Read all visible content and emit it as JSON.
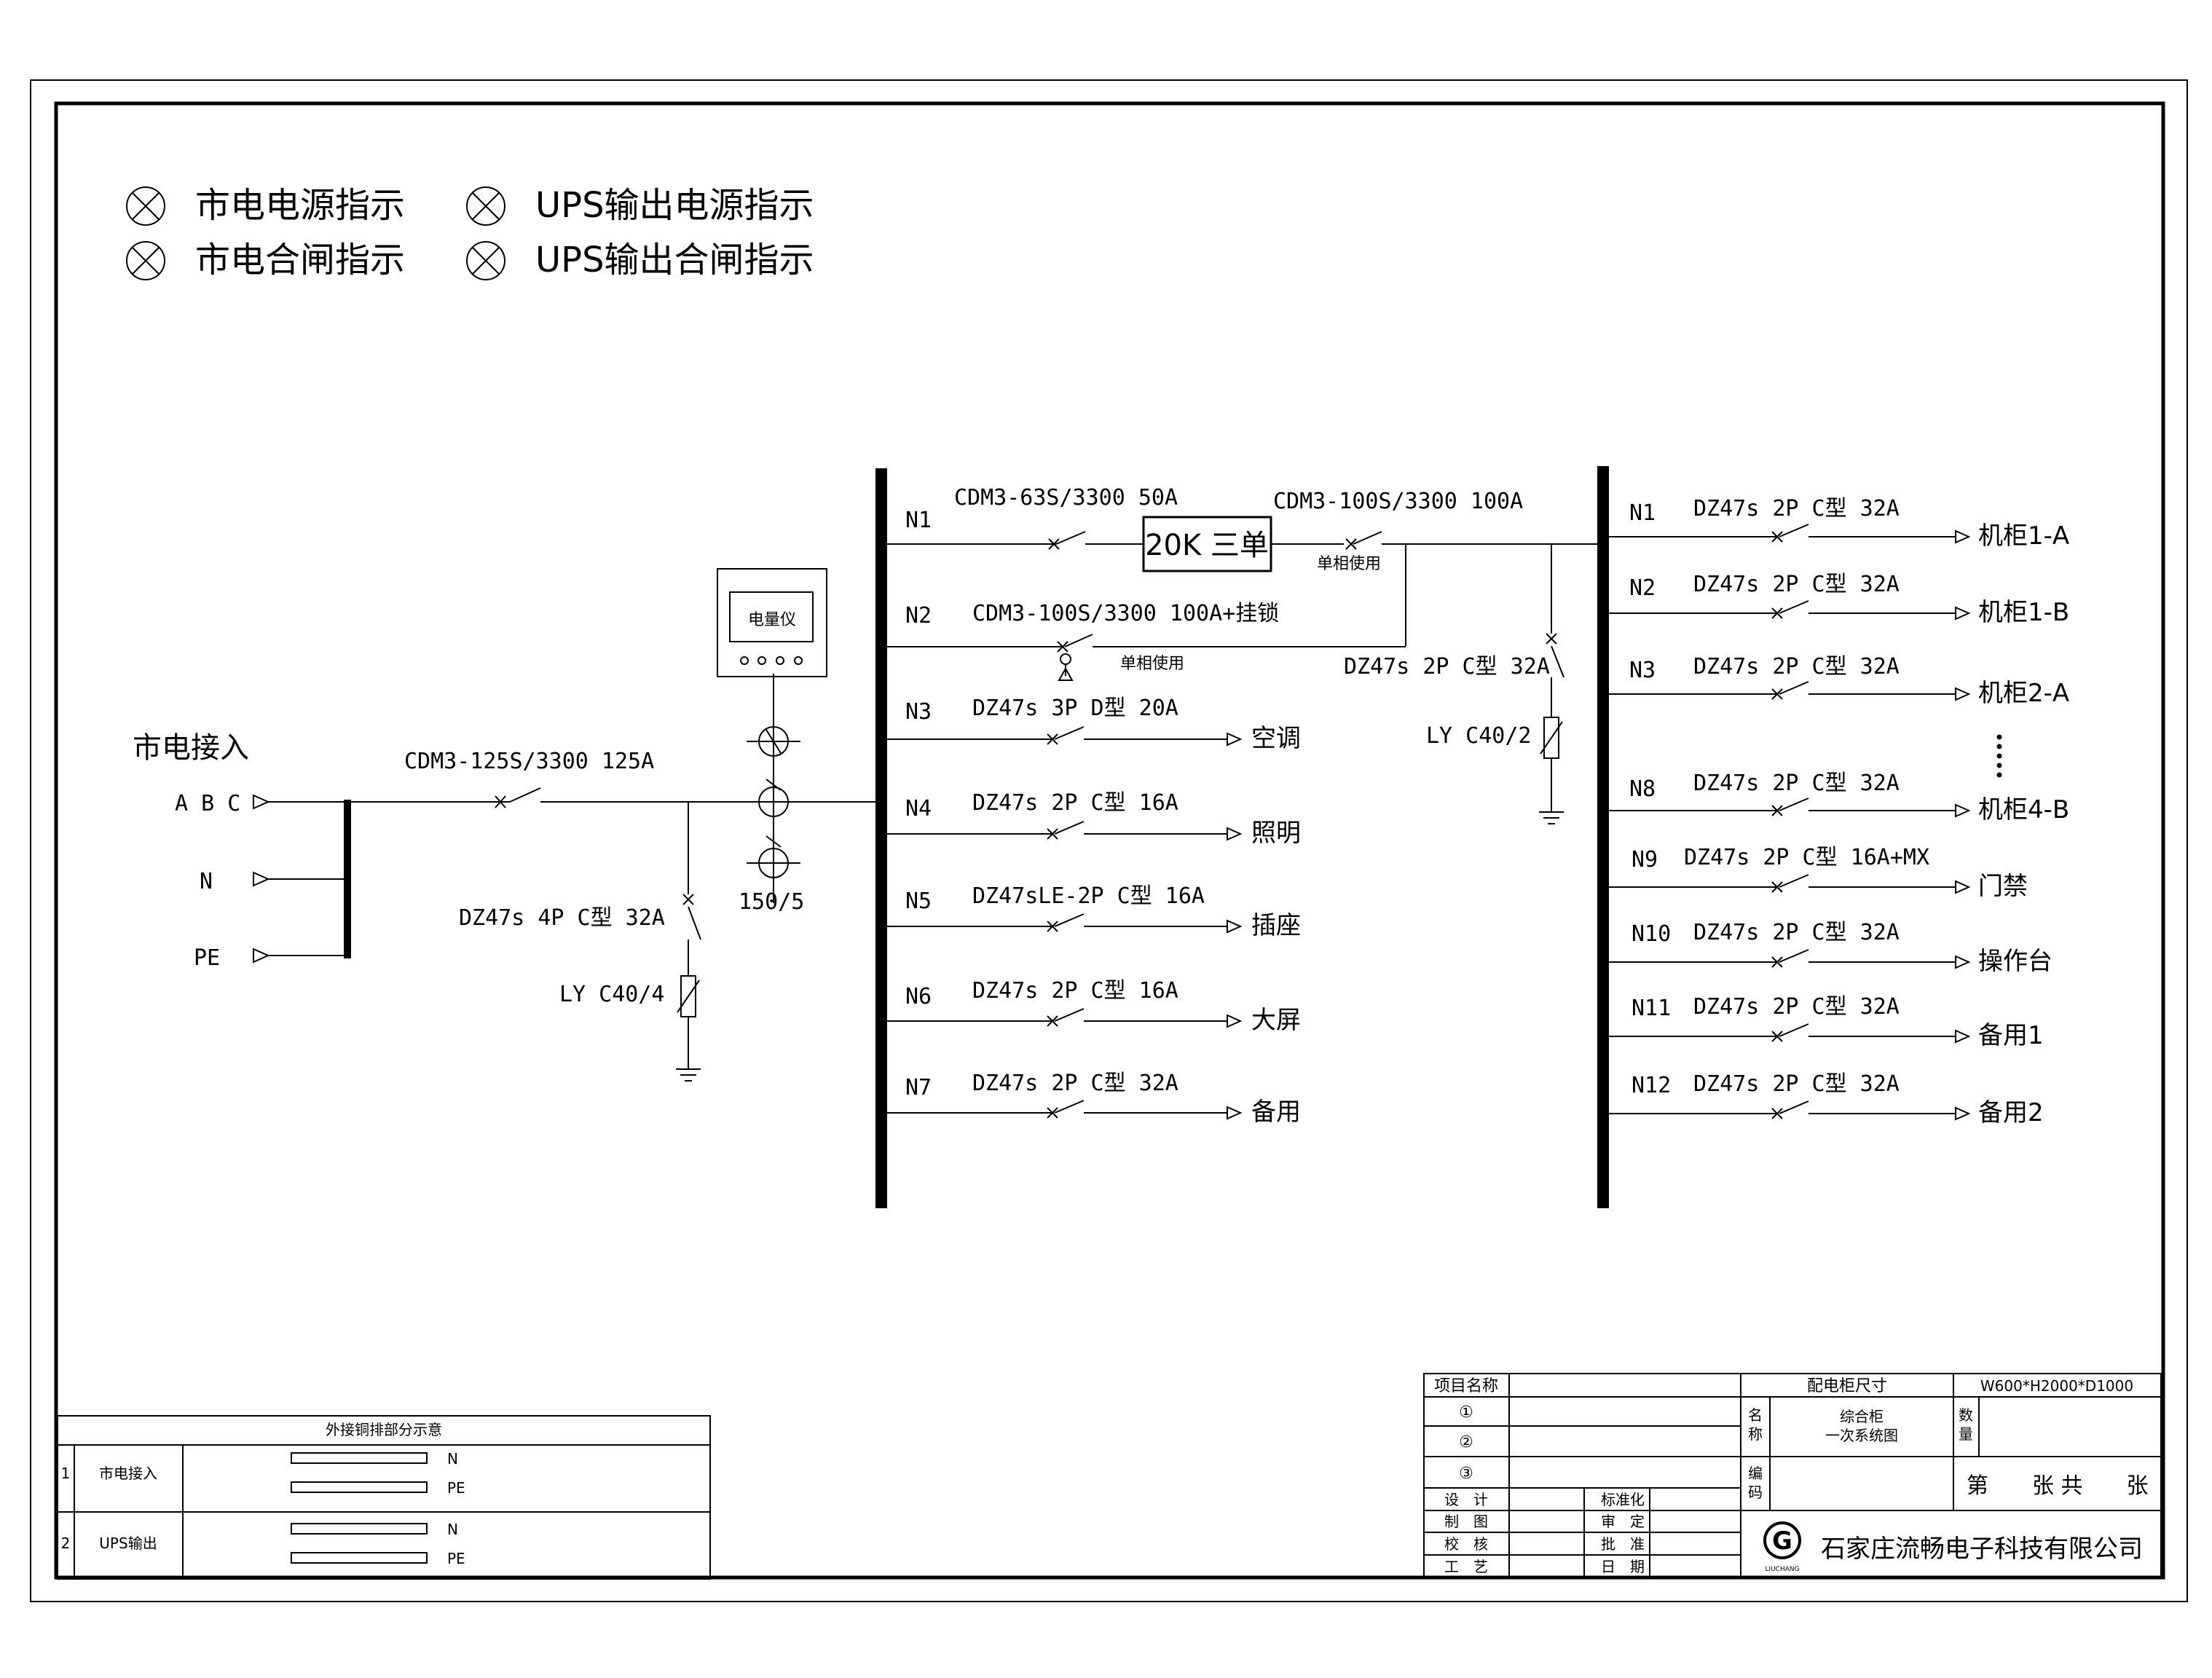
{
  "legend": {
    "mains_power": "市电电源指示",
    "ups_power": "UPS输出电源指示",
    "mains_close": "市电合闸指示",
    "ups_close": "UPS输出合闸指示"
  },
  "incoming": {
    "title": "市电接入",
    "abc": "A B C",
    "n": "N",
    "pe": "PE",
    "main_breaker": "CDM3-125S/3300 125A",
    "spd_breaker": "DZ47s 4P C型 32A",
    "spd": "LY C40/4",
    "ct": "150/5",
    "meter": "电量仪"
  },
  "left_bus": {
    "circuits": [
      {
        "id": "N1",
        "spec": "CDM3-63S/3300 50A"
      },
      {
        "id": "N2",
        "spec": "CDM3-100S/3300 100A+挂锁",
        "note": "单相使用"
      },
      {
        "id": "N3",
        "spec": "DZ47s 3P D型 20A",
        "load": "空调"
      },
      {
        "id": "N4",
        "spec": "DZ47s 2P C型 16A",
        "load": "照明"
      },
      {
        "id": "N5",
        "spec": "DZ47sLE-2P C型 16A",
        "load": "插座"
      },
      {
        "id": "N6",
        "spec": "DZ47s 2P C型 16A",
        "load": "大屏"
      },
      {
        "id": "N7",
        "spec": "DZ47s 2P C型 32A",
        "load": "备用"
      }
    ]
  },
  "ups": {
    "label": "20K 三单",
    "out_breaker": "CDM3-100S/3300 100A",
    "out_note": "单相使用",
    "spd_breaker": "DZ47s 2P C型 32A",
    "spd": "LY C40/2"
  },
  "right_bus": {
    "circuits": [
      {
        "id": "N1",
        "spec": "DZ47s 2P C型 32A",
        "load": "机柜1-A"
      },
      {
        "id": "N2",
        "spec": "DZ47s 2P C型 32A",
        "load": "机柜1-B"
      },
      {
        "id": "N3",
        "spec": "DZ47s 2P C型 32A",
        "load": "机柜2-A"
      },
      {
        "id": "N8",
        "spec": "DZ47s 2P C型 32A",
        "load": "机柜4-B"
      },
      {
        "id": "N9",
        "spec": "DZ47s 2P C型 16A+MX",
        "load": "门禁"
      },
      {
        "id": "N10",
        "spec": "DZ47s 2P C型 32A",
        "load": "操作台"
      },
      {
        "id": "N11",
        "spec": "DZ47s 2P C型 32A",
        "load": "备用1"
      },
      {
        "id": "N12",
        "spec": "DZ47s 2P C型 32A",
        "load": "备用2"
      }
    ]
  },
  "busbar_table": {
    "title": "外接铜排部分示意",
    "rows": [
      {
        "no": "1",
        "name": "市电接入",
        "bars": [
          "N",
          "PE"
        ]
      },
      {
        "no": "2",
        "name": "UPS输出",
        "bars": [
          "N",
          "PE"
        ]
      }
    ]
  },
  "title_block": {
    "project_label": "项目名称",
    "rev1": "①",
    "rev2": "②",
    "rev3": "③",
    "design": "设　计",
    "draw": "制　图",
    "check": "校　核",
    "process": "工　艺",
    "standard": "标准化",
    "review": "审　定",
    "approve": "批　准",
    "date": "日　期",
    "size_label": "配电柜尺寸",
    "size_value": "W600*H2000*D1000",
    "name_label_1": "名",
    "name_label_2": "称",
    "name_value_1": "综合柜",
    "name_value_2": "一次系统图",
    "qty_label_1": "数",
    "qty_label_2": "量",
    "code_label_1": "编",
    "code_label_2": "码",
    "sheet": "第　　张 共　　张",
    "company": "石家庄流畅电子科技有限公司",
    "logo_letter": "G",
    "logo_text": "LIUCHANG"
  }
}
